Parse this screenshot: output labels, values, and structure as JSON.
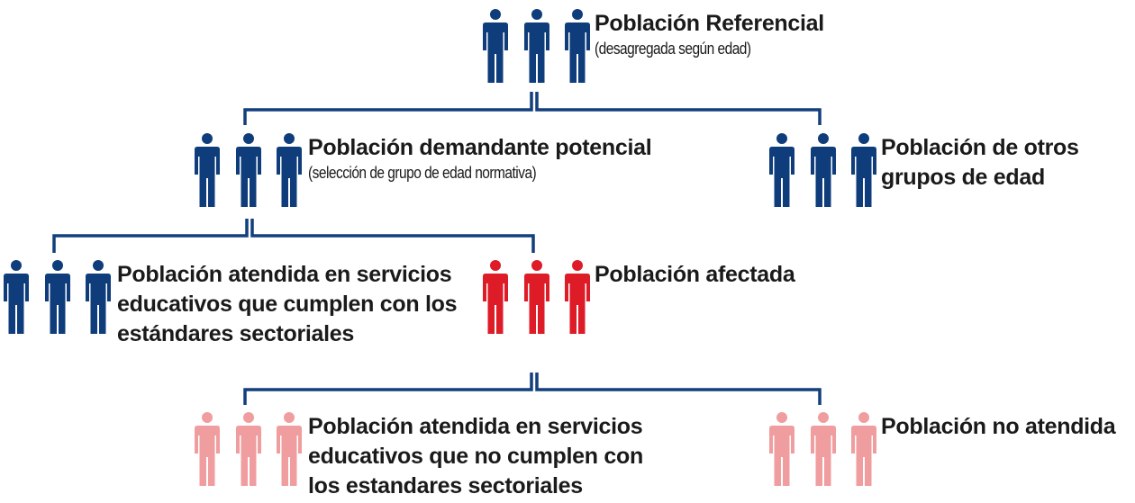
{
  "colors": {
    "navy": "#0f3d7c",
    "red": "#dd1c28",
    "pink": "#f09d9f",
    "connector": "#123f7d"
  },
  "nodes": {
    "referencial": {
      "title": "Población Referencial",
      "subtitle": "(desagregada según edad)",
      "icon": "person-group-icon",
      "color": "navy"
    },
    "demandante": {
      "title": "Población demandante potencial",
      "subtitle": "(selección de grupo de edad normativa)",
      "icon": "person-group-icon",
      "color": "navy"
    },
    "otros": {
      "title": "Población de otros grupos de edad",
      "icon": "person-group-icon",
      "color": "navy"
    },
    "atendida": {
      "title": "Población atendida en servicios educativos que cumplen con los estándares sectoriales",
      "icon": "person-group-icon",
      "color": "navy"
    },
    "afectada": {
      "title": "Población afectada",
      "icon": "person-group-icon",
      "color": "red"
    },
    "atendida_no_cumplen": {
      "title": "Población atendida en servicios educativos que no cumplen con los estandares sectoriales",
      "icon": "person-group-icon",
      "color": "pink"
    },
    "no_atendida": {
      "title": "Población no atendida",
      "icon": "person-group-icon",
      "color": "pink"
    }
  }
}
